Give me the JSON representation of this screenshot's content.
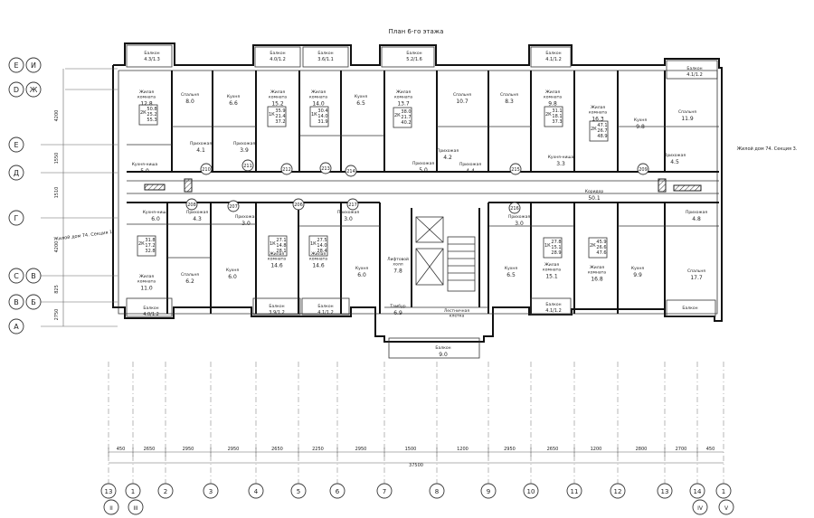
{
  "title": "План 6-го этажа",
  "notes": {
    "left_neighbor": "Жилой дом 74. Секция 1",
    "right_neighbor": "Жилой дом 74. Секция 3."
  },
  "row_axes": [
    {
      "primary": "Е",
      "secondary": "И"
    },
    {
      "primary": "D",
      "secondary": "Ж"
    },
    {
      "primary": "Е",
      "secondary": ""
    },
    {
      "primary": "Д",
      "secondary": ""
    },
    {
      "primary": "Г",
      "secondary": ""
    },
    {
      "primary": "С",
      "secondary": "В"
    },
    {
      "primary": "В",
      "secondary": "Б"
    },
    {
      "primary": "А",
      "secondary": ""
    }
  ],
  "row_dims": [
    "4200",
    "1550",
    "1510",
    "4200",
    "825",
    "2750"
  ],
  "col_axes": [
    {
      "primary": "13",
      "secondary": "II"
    },
    {
      "primary": "1",
      "secondary": "III"
    },
    {
      "primary": "2",
      "secondary": ""
    },
    {
      "primary": "3",
      "secondary": ""
    },
    {
      "primary": "4",
      "secondary": ""
    },
    {
      "primary": "5",
      "secondary": ""
    },
    {
      "primary": "6",
      "secondary": ""
    },
    {
      "primary": "7",
      "secondary": ""
    },
    {
      "primary": "8",
      "secondary": ""
    },
    {
      "primary": "9",
      "secondary": ""
    },
    {
      "primary": "10",
      "secondary": ""
    },
    {
      "primary": "11",
      "secondary": ""
    },
    {
      "primary": "12",
      "secondary": ""
    },
    {
      "primary": "13",
      "secondary": ""
    },
    {
      "primary": "14",
      "secondary": "IV"
    },
    {
      "primary": "1",
      "secondary": "V"
    }
  ],
  "col_dims": [
    "450",
    "2650",
    "2950",
    "2950",
    "2650",
    "2250",
    "2950",
    "1500",
    "1200",
    "2950",
    "2650",
    "1200",
    "2800",
    "2700",
    "450"
  ],
  "overall_dim": "37500",
  "rooms": [
    {
      "label": "Жилая\nкомната",
      "area": "12.8"
    },
    {
      "label": "Спальня",
      "area": "8.0"
    },
    {
      "label": "Кухня",
      "area": "6.6"
    },
    {
      "label": "Жилая\nкомната",
      "area": "15.2"
    },
    {
      "label": "Жилая\nкомната",
      "area": "14.0"
    },
    {
      "label": "Кухня",
      "area": "6.5"
    },
    {
      "label": "Жилая\nкомната",
      "area": "13.7"
    },
    {
      "label": "Спальня",
      "area": "10.7"
    },
    {
      "label": "Спальня",
      "area": "8.3"
    },
    {
      "label": "Жилая\nкомната",
      "area": "9.8"
    },
    {
      "label": "Жилая\nкомната",
      "area": "16.3"
    },
    {
      "label": "Кухня",
      "area": "9.8"
    },
    {
      "label": "Спальня",
      "area": "11.9"
    },
    {
      "label": "Кухня-ниша",
      "area": "5.0"
    },
    {
      "label": "Прихожая",
      "area": "4.1"
    },
    {
      "label": "Прихожая",
      "area": "3.9"
    },
    {
      "label": "Прихожая",
      "area": "5.0"
    },
    {
      "label": "Прихожая",
      "area": "4.2"
    },
    {
      "label": "Прихожая",
      "area": "4.4"
    },
    {
      "label": "Кухня-ниша",
      "area": "3.3"
    },
    {
      "label": "Прихожая",
      "area": "4.5"
    },
    {
      "label": "Коридор",
      "area": "50.1"
    },
    {
      "label": "Кухня-ниша",
      "area": "6.0"
    },
    {
      "label": "Прихожая",
      "area": "4.3"
    },
    {
      "label": "Прихожая",
      "area": "3.0"
    },
    {
      "label": "Прихожая",
      "area": "3.0"
    },
    {
      "label": "Прихожая",
      "area": "3.0"
    },
    {
      "label": "Прихожая",
      "area": "4.8"
    },
    {
      "label": "Жилая\nкомната",
      "area": "11.0"
    },
    {
      "label": "Спальня",
      "area": "6.2"
    },
    {
      "label": "Кухня",
      "area": "6.0"
    },
    {
      "label": "Жилая\nкомната",
      "area": "14.6"
    },
    {
      "label": "Жилая\nкомната",
      "area": "14.6"
    },
    {
      "label": "Кухня",
      "area": "6.0"
    },
    {
      "label": "Лифтовой\nхолл",
      "area": "7.8"
    },
    {
      "label": "Тамбур",
      "area": "6.9"
    },
    {
      "label": "Кухня",
      "area": "6.5"
    },
    {
      "label": "Жилая\nкомната",
      "area": "15.1"
    },
    {
      "label": "Жилая\nкомната",
      "area": "16.8"
    },
    {
      "label": "Кухня",
      "area": "9.9"
    },
    {
      "label": "Спальня",
      "area": "17.7"
    },
    {
      "label": "Лестничная\nклетка",
      "area": ""
    },
    {
      "label": "Балкон",
      "area": "9.0"
    }
  ],
  "apartments": [
    {
      "formula": "2К",
      "areas": [
        "50.8",
        "25.2",
        "55.3"
      ]
    },
    {
      "formula": "1К",
      "areas": [
        "35.9",
        "21.4",
        "37.2"
      ]
    },
    {
      "formula": "1К",
      "areas": [
        "30.4",
        "14.0",
        "31.9"
      ]
    },
    {
      "formula": "2К",
      "areas": [
        "38.0",
        "21.7",
        "40.2"
      ]
    },
    {
      "formula": "2К",
      "areas": [
        "31.1",
        "18.1",
        "37.3"
      ]
    },
    {
      "formula": "2К",
      "areas": [
        "47.1",
        "26.7",
        "48.9"
      ]
    },
    {
      "formula": "2К",
      "areas": [
        "31.8",
        "17.2",
        "32.8"
      ]
    },
    {
      "formula": "1К",
      "areas": [
        "27.1",
        "14.8",
        "28.1"
      ]
    },
    {
      "formula": "1К",
      "areas": [
        "27.5",
        "14.0",
        "28.4"
      ]
    },
    {
      "formula": "1К",
      "areas": [
        "27.8",
        "15.1",
        "28.9"
      ]
    },
    {
      "formula": "2К",
      "areas": [
        "45.9",
        "26.6",
        "47.6"
      ]
    }
  ],
  "balconies": [
    {
      "label": "Балкон",
      "area": "4.3/1.3"
    },
    {
      "label": "Балкон",
      "area": "4.0/1.2"
    },
    {
      "label": "Балкон",
      "area": "3.6/1.1"
    },
    {
      "label": "Балкон",
      "area": "5.2/1.6"
    },
    {
      "label": "Балкон",
      "area": "4.1/1.2"
    },
    {
      "label": "Балкон",
      "area": "4.1/1.2"
    },
    {
      "label": "Балкон",
      "area": "4.0/1.2"
    },
    {
      "label": "Балкон",
      "area": "3.9/1.2"
    },
    {
      "label": "Балкон",
      "area": "4.1/1.2"
    },
    {
      "label": "Балкон",
      "area": "4.1/1.2"
    },
    {
      "label": "Балкон",
      "area": ""
    }
  ],
  "markers": [
    "210",
    "211",
    "212",
    "213",
    "214",
    "215",
    "209",
    "208",
    "207",
    "206",
    "217",
    "216"
  ]
}
